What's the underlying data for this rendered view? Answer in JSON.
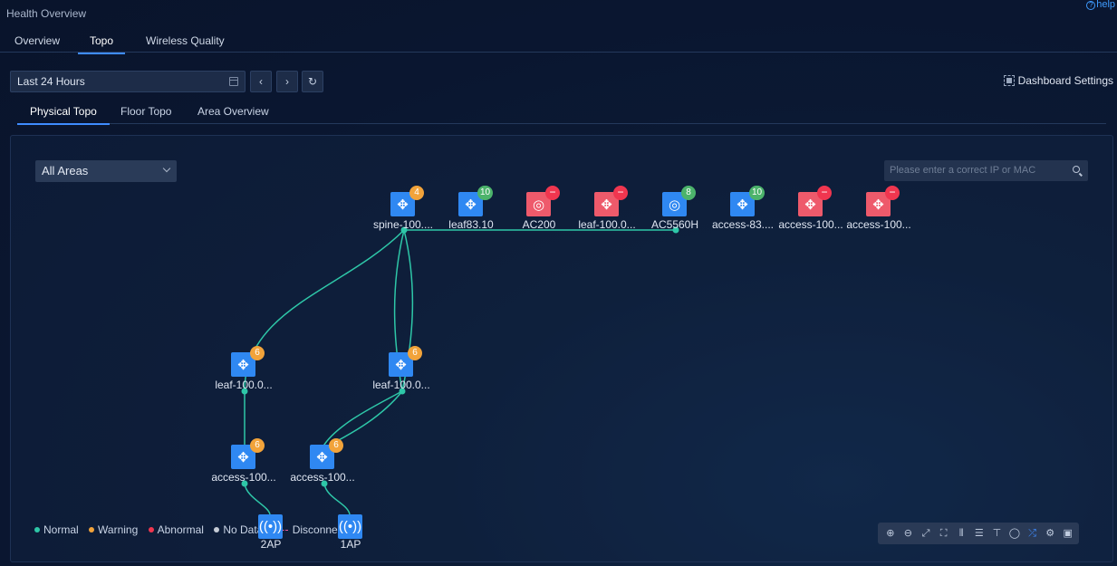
{
  "app": {
    "title": "Health Overview",
    "help": "help"
  },
  "main_tabs": [
    {
      "label": "Overview",
      "active": false
    },
    {
      "label": "Topo",
      "active": true
    },
    {
      "label": "Wireless Quality",
      "active": false
    }
  ],
  "time_range": {
    "value": "Last 24 Hours",
    "prev_symbol": "‹",
    "next_symbol": "›",
    "refresh_symbol": "↻"
  },
  "dashboard_settings": "Dashboard Settings",
  "sub_tabs": [
    {
      "label": "Physical Topo",
      "active": true
    },
    {
      "label": "Floor Topo",
      "active": false
    },
    {
      "label": "Area Overview",
      "active": false
    }
  ],
  "area_filter": {
    "value": "All Areas"
  },
  "search": {
    "placeholder": "Please enter a correct IP or MAC"
  },
  "colors": {
    "normal": "#2ec7a8",
    "warning": "#f2a33a",
    "abnormal": "#f0364f",
    "no_data": "#c6ccd6",
    "disconnected": "#ee5a9a",
    "device_blue": "#2f88f2",
    "device_red": "#ee5a6b"
  },
  "nodes": [
    {
      "id": "spine",
      "label": "spine-100....",
      "type": "switch",
      "color": "blue",
      "badge": "4",
      "badge_color": "orange"
    },
    {
      "id": "leaf83",
      "label": "leaf83.10",
      "type": "switch",
      "color": "blue",
      "badge": "10",
      "badge_color": "green"
    },
    {
      "id": "ac200",
      "label": "AC200",
      "type": "ac",
      "color": "red",
      "badge": "−",
      "badge_color": "red"
    },
    {
      "id": "leaf100a",
      "label": "leaf-100.0...",
      "type": "switch",
      "color": "red",
      "badge": "−",
      "badge_color": "red"
    },
    {
      "id": "ac5560",
      "label": "AC5560H",
      "type": "ac",
      "color": "blue",
      "badge": "8",
      "badge_color": "green"
    },
    {
      "id": "access83",
      "label": "access-83....",
      "type": "switch",
      "color": "blue",
      "badge": "10",
      "badge_color": "green"
    },
    {
      "id": "access100a",
      "label": "access-100...",
      "type": "switch",
      "color": "red",
      "badge": "−",
      "badge_color": "red"
    },
    {
      "id": "access100b",
      "label": "access-100...",
      "type": "switch",
      "color": "red",
      "badge": "−",
      "badge_color": "red"
    },
    {
      "id": "leaf100b",
      "label": "leaf-100.0...",
      "type": "switch",
      "color": "blue",
      "badge": "6",
      "badge_color": "orange"
    },
    {
      "id": "leaf100c",
      "label": "leaf-100.0...",
      "type": "switch",
      "color": "blue",
      "badge": "6",
      "badge_color": "orange"
    },
    {
      "id": "access100c",
      "label": "access-100...",
      "type": "switch",
      "color": "blue",
      "badge": "6",
      "badge_color": "orange"
    },
    {
      "id": "access100d",
      "label": "access-100...",
      "type": "switch",
      "color": "blue",
      "badge": "6",
      "badge_color": "orange"
    },
    {
      "id": "ap2",
      "label": "2AP",
      "type": "ap",
      "color": "blue",
      "badge": "",
      "badge_color": ""
    },
    {
      "id": "ap1",
      "label": "1AP",
      "type": "ap",
      "color": "blue",
      "badge": "",
      "badge_color": ""
    }
  ],
  "links": [
    {
      "from": "spine",
      "to": "ac5560"
    },
    {
      "from": "spine",
      "to": "leaf100b"
    },
    {
      "from": "spine",
      "to": "leaf100c"
    },
    {
      "from": "spine",
      "to": "leaf100c"
    },
    {
      "from": "leaf100b",
      "to": "access100c"
    },
    {
      "from": "leaf100c",
      "to": "access100d"
    },
    {
      "from": "leaf100c",
      "to": "access100d"
    },
    {
      "from": "access100c",
      "to": "ap2"
    },
    {
      "from": "access100d",
      "to": "ap1"
    }
  ],
  "legend": {
    "normal": "Normal",
    "warning": "Warning",
    "abnormal": "Abnormal",
    "no_data": "No Data",
    "disconnected": "Disconnected"
  },
  "toolbar": [
    {
      "name": "zoom-in-icon",
      "glyph": "⊕"
    },
    {
      "name": "zoom-out-icon",
      "glyph": "⊖"
    },
    {
      "name": "fit-view-icon",
      "glyph": "⤢"
    },
    {
      "name": "fullscreen-icon",
      "glyph": "⛶"
    },
    {
      "name": "align-icon",
      "glyph": "⫴"
    },
    {
      "name": "layer-icon",
      "glyph": "☰"
    },
    {
      "name": "tree-layout-icon",
      "glyph": "⊤"
    },
    {
      "name": "circle-layout-icon",
      "glyph": "◯"
    },
    {
      "name": "shuffle-icon",
      "glyph": "⤮",
      "active": true
    },
    {
      "name": "gear-icon",
      "glyph": "⚙"
    },
    {
      "name": "save-icon",
      "glyph": "▣"
    }
  ]
}
